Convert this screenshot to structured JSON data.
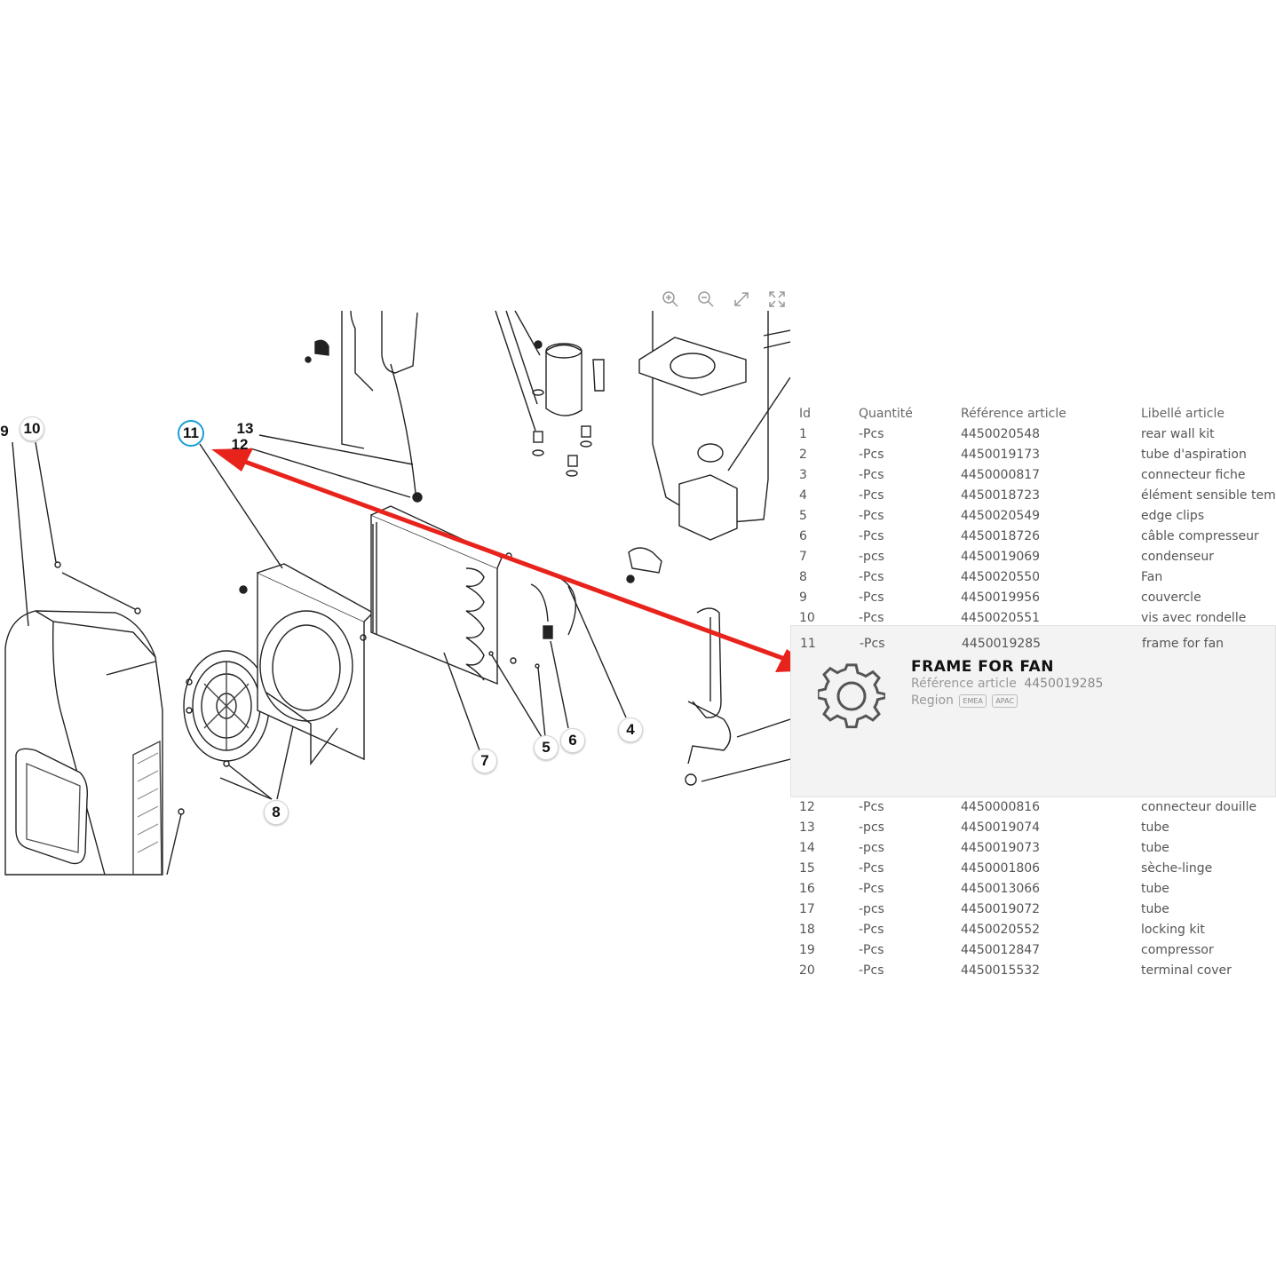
{
  "toolbar": {
    "zoom_in_icon": "zoom-in-icon",
    "zoom_out_icon": "zoom-out-icon",
    "fit_icon": "fit-screen-icon",
    "fullscreen_icon": "fullscreen-icon"
  },
  "callouts": [
    "9",
    "10",
    "11",
    "13",
    "12",
    "8",
    "7",
    "5",
    "6",
    "4"
  ],
  "colors": {
    "arrow": "#e8231c",
    "active_callout": "#1a9ed8",
    "popup_bg": "#f3f3f3"
  },
  "table": {
    "headers": {
      "id": "Id",
      "qty": "Quantité",
      "ref": "Référence article",
      "lib": "Libellé article"
    },
    "rows_top": [
      {
        "id": "1",
        "qty": "-Pcs",
        "ref": "4450020548",
        "lib": "rear wall kit"
      },
      {
        "id": "2",
        "qty": "-Pcs",
        "ref": "4450019173",
        "lib": "tube d'aspiration"
      },
      {
        "id": "3",
        "qty": "-Pcs",
        "ref": "4450000817",
        "lib": "connecteur fiche"
      },
      {
        "id": "4",
        "qty": "-Pcs",
        "ref": "4450018723",
        "lib": "élément sensible tempér"
      },
      {
        "id": "5",
        "qty": "-Pcs",
        "ref": "4450020549",
        "lib": "edge clips"
      },
      {
        "id": "6",
        "qty": "-Pcs",
        "ref": "4450018726",
        "lib": "câble compresseur"
      },
      {
        "id": "7",
        "qty": "-pcs",
        "ref": "4450019069",
        "lib": "condenseur"
      },
      {
        "id": "8",
        "qty": "-Pcs",
        "ref": "4450020550",
        "lib": "Fan"
      },
      {
        "id": "9",
        "qty": "-Pcs",
        "ref": "4450019956",
        "lib": "couvercle"
      },
      {
        "id": "10",
        "qty": "-Pcs",
        "ref": "4450020551",
        "lib": "vis avec rondelle"
      }
    ],
    "selected": {
      "id": "11",
      "qty": "-Pcs",
      "ref": "4450019285",
      "lib": "frame for fan"
    },
    "rows_bottom": [
      {
        "id": "12",
        "qty": "-Pcs",
        "ref": "4450000816",
        "lib": "connecteur douille"
      },
      {
        "id": "13",
        "qty": "-pcs",
        "ref": "4450019074",
        "lib": "tube"
      },
      {
        "id": "14",
        "qty": "-pcs",
        "ref": "4450019073",
        "lib": "tube"
      },
      {
        "id": "15",
        "qty": "-Pcs",
        "ref": "4450001806",
        "lib": "sèche-linge"
      },
      {
        "id": "16",
        "qty": "-Pcs",
        "ref": "4450013066",
        "lib": "tube"
      },
      {
        "id": "17",
        "qty": "-pcs",
        "ref": "4450019072",
        "lib": "tube"
      },
      {
        "id": "18",
        "qty": "-Pcs",
        "ref": "4450020552",
        "lib": "locking kit"
      },
      {
        "id": "19",
        "qty": "-Pcs",
        "ref": "4450012847",
        "lib": "compressor"
      },
      {
        "id": "20",
        "qty": "-Pcs",
        "ref": "4450015532",
        "lib": "terminal cover"
      }
    ]
  },
  "popup": {
    "title": "FRAME FOR FAN",
    "ref_label": "Référence article",
    "ref_value": "4450019285",
    "region_label": "Region",
    "badges": [
      "EMEA",
      "APAC"
    ],
    "icon": "gear-icon"
  }
}
